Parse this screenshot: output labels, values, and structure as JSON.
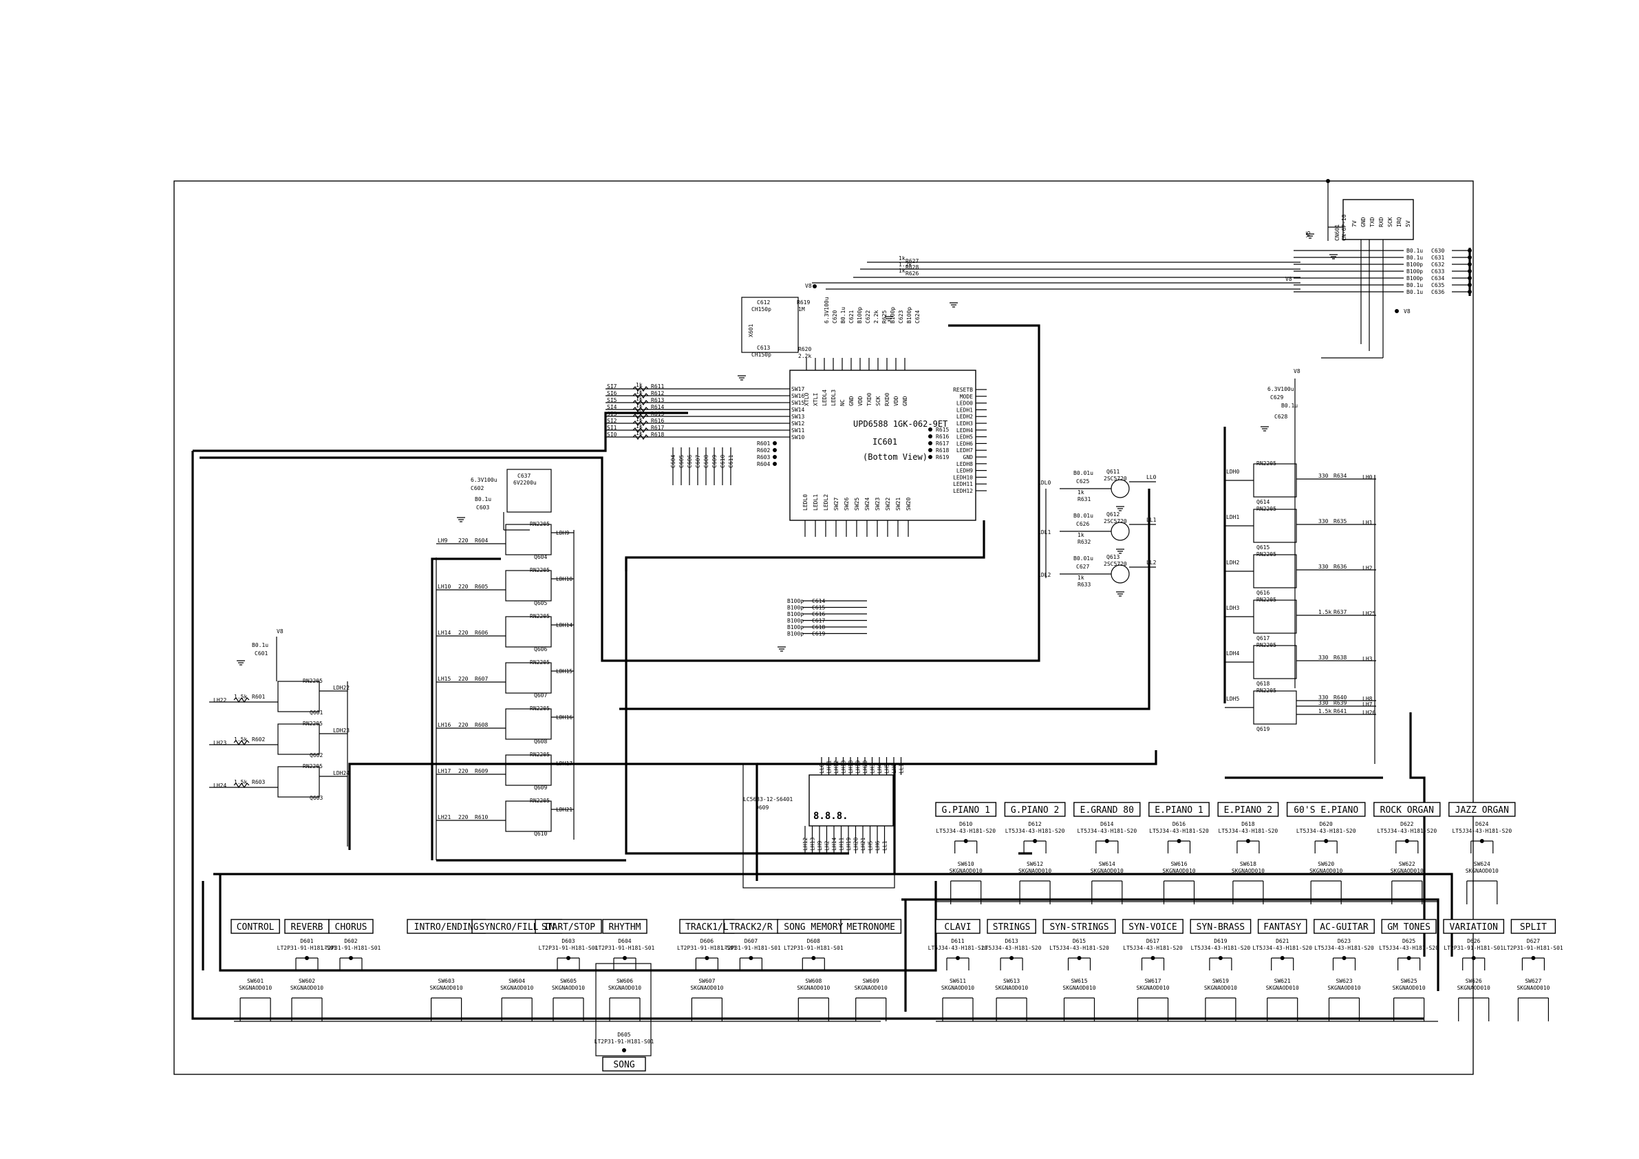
{
  "ic": {
    "part": "UPD6588 1GK-062-9ET",
    "ref": "IC601",
    "view": "(Bottom View)",
    "pins_left": [
      "SW17",
      "SW16",
      "SW15",
      "SW14",
      "SW13",
      "SW12",
      "SW11",
      "SW10"
    ],
    "pins_right": [
      "RESETB",
      "MODE",
      "LEDO0",
      "LEDH1",
      "LEDH2",
      "LEDH3",
      "LEDH4",
      "LEDH5",
      "LEDH6",
      "LEDH7",
      "GND",
      "LEDH8",
      "LEDH9",
      "LEDH10",
      "LEDH11",
      "LEDH12"
    ],
    "pins_bottom": [
      "LEDL0",
      "LEDL1",
      "LEDL2",
      "SW27",
      "SW26",
      "SW25",
      "SW24",
      "SW23",
      "SW22",
      "SW21",
      "SW20"
    ],
    "pins_top": [
      "XTLO",
      "XTLI",
      "LEDL4",
      "LEDL3",
      "NC",
      "GND",
      "VDD",
      "TXD0",
      "SCK",
      "RXD0",
      "VDD",
      "GND"
    ],
    "left_resistors": [
      {
        "ref": "R611",
        "val": "1k",
        "net": "SI7"
      },
      {
        "ref": "R612",
        "val": "1k",
        "net": "SI6"
      },
      {
        "ref": "R613",
        "val": "1k",
        "net": "SI5"
      },
      {
        "ref": "R614",
        "val": "1k",
        "net": "SI4"
      },
      {
        "ref": "R615",
        "val": "1k",
        "net": "SI3"
      },
      {
        "ref": "R616",
        "val": "1k",
        "net": "SI2"
      },
      {
        "ref": "R617",
        "val": "1k",
        "net": "SI1"
      },
      {
        "ref": "R618",
        "val": "1k",
        "net": "SI0"
      }
    ],
    "right_resistors": [
      "R615",
      "R616",
      "R617",
      "R618",
      "R619"
    ],
    "left_extra": [
      "R601",
      "R602",
      "R603",
      "R604"
    ],
    "bottom_caps": [
      {
        "val": "B100p",
        "ref": "C614"
      },
      {
        "val": "B100p",
        "ref": "C615"
      },
      {
        "val": "B100p",
        "ref": "C616"
      },
      {
        "val": "B100p",
        "ref": "C617"
      },
      {
        "val": "B100p",
        "ref": "C618"
      },
      {
        "val": "B100p",
        "ref": "C619"
      }
    ],
    "cap_column": [
      "C604",
      "C605",
      "C606",
      "C607",
      "C608",
      "C609",
      "C610",
      "C611"
    ]
  },
  "crystal": {
    "c612": {
      "ref": "C612",
      "val": "CH150p"
    },
    "c613": {
      "ref": "C613",
      "val": "CH150p"
    },
    "r619": {
      "ref": "R619",
      "val": "1M"
    },
    "r620": {
      "ref": "R620",
      "val": "2.2k"
    },
    "x601": "X601",
    "cap_top": [
      "6.3V100u",
      "C620",
      "B0.1u",
      "C621",
      "B100p",
      "C622",
      "2.2k",
      "R625",
      "B100p",
      "C623",
      "B100p",
      "C624"
    ]
  },
  "connector": {
    "ref": "CN601",
    "part": "CN-6P-10",
    "pins": [
      "7V",
      "GND",
      "TXD",
      "RXD",
      "SCK",
      "IRQ",
      "5V"
    ],
    "res_top": [
      {
        "val": "1k",
        "ref": "R627"
      },
      {
        "val": "1.2k",
        "ref": "R628"
      },
      {
        "val": "1k",
        "ref": "R626"
      }
    ],
    "caps": [
      {
        "val": "B0.1u",
        "ref": "C630"
      },
      {
        "val": "B0.1u",
        "ref": "C631"
      },
      {
        "val": "B100p",
        "ref": "C632"
      },
      {
        "val": "B100p",
        "ref": "C633"
      },
      {
        "val": "B100p",
        "ref": "C634"
      },
      {
        "val": "B0.1u",
        "ref": "C635"
      },
      {
        "val": "B0.1u",
        "ref": "C636"
      }
    ],
    "labels": [
      "V8",
      "V8",
      "V5"
    ]
  },
  "left_drivers": {
    "supply": {
      "val": "B0.1u",
      "ref": "C601",
      "net": "V8"
    },
    "transistors": [
      {
        "ref": "Q601",
        "part": "RN2205",
        "in": "LH22",
        "res": "1.5k",
        "rref": "R601",
        "out": "LDH22"
      },
      {
        "ref": "Q602",
        "part": "RN2205",
        "in": "LH23",
        "res": "1.5k",
        "rref": "R602",
        "out": "LDH23"
      },
      {
        "ref": "Q603",
        "part": "RN2205",
        "in": "LH24",
        "res": "1.5k",
        "rref": "R603",
        "out": "LDH24"
      }
    ]
  },
  "mid_drivers": {
    "supply": {
      "val": "6.3V100u",
      "ref": "C602",
      "cap": "B0.1u",
      "ref2": "C603"
    },
    "dashed": {
      "ref": "C637",
      "val": "6V2200u"
    },
    "transistors": [
      {
        "ref": "Q604",
        "part": "RN2205",
        "in": "LH9",
        "res": "220",
        "rref": "R604",
        "out": "LDH9"
      },
      {
        "ref": "Q605",
        "part": "RN2205",
        "in": "LH10",
        "res": "220",
        "rref": "R605",
        "out": "LDH10"
      },
      {
        "ref": "Q606",
        "part": "RN2205",
        "in": "LH14",
        "res": "220",
        "rref": "R606",
        "out": "LDH14"
      },
      {
        "ref": "Q607",
        "part": "RN2205",
        "in": "LH15",
        "res": "220",
        "rref": "R607",
        "out": "LDH15"
      },
      {
        "ref": "Q608",
        "part": "RN2205",
        "in": "LH16",
        "res": "220",
        "rref": "R608",
        "out": "LDH16"
      },
      {
        "ref": "Q609",
        "part": "RN2205",
        "in": "LH17",
        "res": "220",
        "rref": "R609",
        "out": "LDH17"
      },
      {
        "ref": "Q610",
        "part": "RN2205",
        "in": "LH21",
        "res": "220",
        "rref": "R610",
        "out": "LDH21"
      }
    ]
  },
  "npn_drivers": [
    {
      "ref": "Q611",
      "part": "2SC5720",
      "cap": "B0.01u",
      "cref": "C625",
      "res": "1k",
      "rref": "R631",
      "in": "LDL0",
      "out": "LL0"
    },
    {
      "ref": "Q612",
      "part": "2SC5720",
      "cap": "B0.01u",
      "cref": "C626",
      "res": "1k",
      "rref": "R632",
      "in": "LDL1",
      "out": "LL1"
    },
    {
      "ref": "Q613",
      "part": "2SC5720",
      "cap": "B0.01u",
      "cref": "C627",
      "res": "1k",
      "rref": "R633",
      "in": "LDL2",
      "out": "LL2"
    }
  ],
  "right_drivers": {
    "supply": {
      "val": "6.3V100u",
      "ref": "C629",
      "cap": "B0.1u",
      "ref2": "C628",
      "net": "V8"
    },
    "transistors": [
      {
        "ref": "Q614",
        "part": "RN2205",
        "in": "LDH0",
        "res": "330",
        "rref": "R634",
        "out": "LH0"
      },
      {
        "ref": "Q615",
        "part": "RN2205",
        "in": "LDH1",
        "res": "330",
        "rref": "R635",
        "out": "LH1"
      },
      {
        "ref": "Q616",
        "part": "RN2205",
        "in": "LDH2",
        "res": "330",
        "rref": "R636",
        "out": "LH2"
      },
      {
        "ref": "Q617",
        "part": "RN2205",
        "in": "LDH3",
        "res": "1.5k",
        "rref": "R637",
        "out": "LH25"
      },
      {
        "ref": "Q618",
        "part": "RN2205",
        "in": "LDH4",
        "res": "330",
        "rref": "R638",
        "out": "LH3"
      },
      {
        "ref": "Q619",
        "part": "RN2205",
        "in": "LDH5",
        "res": "330",
        "rref": "R639",
        "out": "LH7"
      },
      {
        "ref": "",
        "part": "",
        "in": "",
        "res": "330",
        "rref": "R640",
        "out": "LH8"
      },
      {
        "ref": "",
        "part": "",
        "in": "",
        "res": "1.5k",
        "rref": "R641",
        "out": "LH26"
      }
    ]
  },
  "display": {
    "part": "LC5633-12-S6401",
    "ref": "D609",
    "digits": "8.8.8.",
    "pins_top": [
      "LL0",
      "LH11",
      "LH12",
      "LH13",
      "LH18",
      "LH19",
      "LH20",
      "LH3",
      "LH4",
      "LH5",
      "LH6",
      "LL1"
    ],
    "pins_bottom": [
      "LH12",
      "LH13",
      "LH9",
      "LH2",
      "LH14",
      "LH11",
      "LH19",
      "LH20",
      "LH21",
      "LH5",
      "LH6",
      "LL1"
    ]
  },
  "upper_buttons": [
    {
      "label": "G.PIANO 1",
      "led": "D610",
      "led_part": "LT5J34-43-H181-S20",
      "sw": "SW610",
      "sw_part": "SKGNAOD010"
    },
    {
      "label": "G.PIANO 2",
      "led": "D612",
      "led_part": "LT5J34-43-H181-S20",
      "sw": "SW612",
      "sw_part": "SKGNAOD010"
    },
    {
      "label": "E.GRAND 80",
      "led": "D614",
      "led_part": "LT5J34-43-H181-S20",
      "sw": "SW614",
      "sw_part": "SKGNAOD010"
    },
    {
      "label": "E.PIANO 1",
      "led": "D616",
      "led_part": "LT5J34-43-H181-S20",
      "sw": "SW616",
      "sw_part": "SKGNAOD010"
    },
    {
      "label": "E.PIANO 2",
      "led": "D618",
      "led_part": "LT5J34-43-H181-S20",
      "sw": "SW618",
      "sw_part": "SKGNAOD010"
    },
    {
      "label": "60'S E.PIANO",
      "led": "D620",
      "led_part": "LT5J34-43-H181-S20",
      "sw": "SW620",
      "sw_part": "SKGNAOD010"
    },
    {
      "label": "ROCK ORGAN",
      "led": "D622",
      "led_part": "LT5J34-43-H181-S20",
      "sw": "SW622",
      "sw_part": "SKGNAOD010"
    },
    {
      "label": "JAZZ ORGAN",
      "led": "D624",
      "led_part": "LT5J34-43-H181-S20",
      "sw": "SW624",
      "sw_part": "SKGNAOD010"
    }
  ],
  "lower_right_buttons": [
    {
      "label": "CLAVI",
      "led": "D611",
      "led_part": "LT5J34-43-H181-S20",
      "sw": "SW611",
      "sw_part": "SKGNAOD010"
    },
    {
      "label": "STRINGS",
      "led": "D613",
      "led_part": "LT5J34-43-H181-S20",
      "sw": "SW613",
      "sw_part": "SKGNAOD010"
    },
    {
      "label": "SYN-STRINGS",
      "led": "D615",
      "led_part": "LT5J34-43-H181-S20",
      "sw": "SW615",
      "sw_part": "SKGNAOD010"
    },
    {
      "label": "SYN-VOICE",
      "led": "D617",
      "led_part": "LT5J34-43-H181-S20",
      "sw": "SW617",
      "sw_part": "SKGNAOD010"
    },
    {
      "label": "SYN-BRASS",
      "led": "D619",
      "led_part": "LT5J34-43-H181-S20",
      "sw": "SW619",
      "sw_part": "SKGNAOD010"
    },
    {
      "label": "FANTASY",
      "led": "D621",
      "led_part": "LT5J34-43-H181-S20",
      "sw": "SW621",
      "sw_part": "SKGNAOD010"
    },
    {
      "label": "AC-GUITAR",
      "led": "D623",
      "led_part": "LT5J34-43-H181-S20",
      "sw": "SW623",
      "sw_part": "SKGNAOD010"
    },
    {
      "label": "GM TONES",
      "led": "D625",
      "led_part": "LT5J34-43-H181-S20",
      "sw": "SW625",
      "sw_part": "SKGNAOD010"
    },
    {
      "label": "VARIATION",
      "led": "D626",
      "led_part": "LT2P31-91-H181-S01",
      "sw": "SW626",
      "sw_part": "SKGNAOD010"
    },
    {
      "label": "SPLIT",
      "led": "D627",
      "led_part": "LT2P31-91-H181-S01",
      "sw": "SW627",
      "sw_part": "SKGNAOD010"
    }
  ],
  "lower_left_buttons": [
    {
      "label": "CONTROL",
      "led": "",
      "led_part": "",
      "sw": "SW601",
      "sw_part": "SKGNAOD010"
    },
    {
      "label": "REVERB",
      "led": "D601",
      "led_part": "LT2P31-91-H181-S01",
      "sw": "SW602",
      "sw_part": "SKGNAOD010"
    },
    {
      "label": "CHORUS",
      "led": "D602",
      "led_part": "LT2P31-91-H181-S01",
      "sw": "",
      "sw_part": ""
    },
    {
      "label": "INTRO/ENDING",
      "led": "",
      "led_part": "",
      "sw": "SW603",
      "sw_part": "SKGNAOD010"
    },
    {
      "label": "SYNCRO/FILL IN",
      "led": "",
      "led_part": "",
      "sw": "SW604",
      "sw_part": "SKGNAOD010"
    },
    {
      "label": "START/STOP",
      "led": "D603",
      "led_part": "LT2P31-91-H181-S01",
      "sw": "SW605",
      "sw_part": "SKGNAOD010"
    },
    {
      "label": "RHYTHM",
      "led": "D604",
      "led_part": "LT2P31-91-H181-S01",
      "sw": "SW606",
      "sw_part": "SKGNAOD010"
    },
    {
      "label": "TRACK1/L",
      "led": "D606",
      "led_part": "LT2P31-91-H181-S01",
      "sw": "SW607",
      "sw_part": "SKGNAOD010"
    },
    {
      "label": "TRACK2/R",
      "led": "D607",
      "led_part": "LT2P31-91-H181-S01",
      "sw": "",
      "sw_part": ""
    },
    {
      "label": "SONG MEMORY",
      "led": "D608",
      "led_part": "LT2P31-91-H181-S01",
      "sw": "SW608",
      "sw_part": "SKGNAOD010"
    },
    {
      "label": "METRONOME",
      "led": "",
      "led_part": "",
      "sw": "SW609",
      "sw_part": "SKGNAOD010"
    }
  ],
  "song": {
    "label": "SONG",
    "led": "D605",
    "led_part": "LT2P31-91-H181-S01"
  }
}
